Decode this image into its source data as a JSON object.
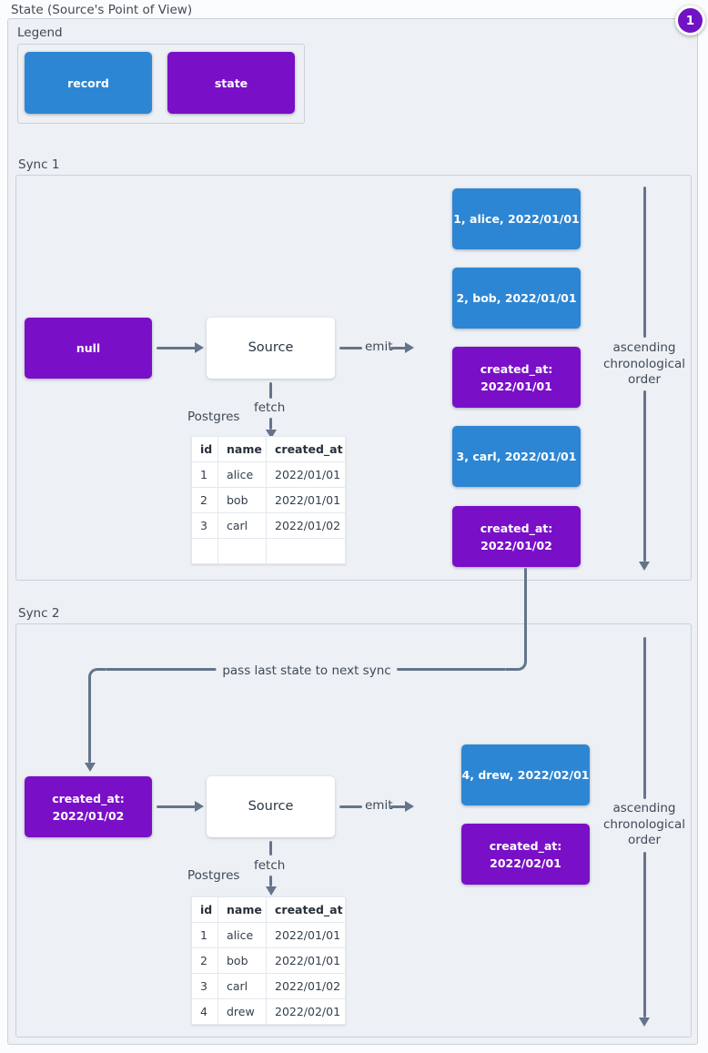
{
  "title": "State (Source's Point of View)",
  "badge": {
    "label": "1"
  },
  "colors": {
    "record": "#2d86d3",
    "state": "#7a0fc8",
    "arrow": "#64748b",
    "panel_bg": "#edf0f4",
    "panel_border": "#c9d2db",
    "badge": "#7113c4"
  },
  "legend": {
    "label": "Legend",
    "record_label": "record",
    "state_label": "state"
  },
  "sync1": {
    "label": "Sync 1",
    "input_state": "null",
    "source": "Source",
    "emit": "emit",
    "fetch": "fetch",
    "db": "Postgres",
    "table": {
      "headers": [
        "id",
        "name",
        "created_at"
      ],
      "rows": [
        [
          "1",
          "alice",
          "2022/01/01"
        ],
        [
          "2",
          "bob",
          "2022/01/01"
        ],
        [
          "3",
          "carl",
          "2022/01/02"
        ],
        [
          "",
          "",
          ""
        ]
      ]
    },
    "emitted": [
      {
        "type": "record",
        "text": "1, alice, 2022/01/01"
      },
      {
        "type": "record",
        "text": "2, bob, 2022/01/01"
      },
      {
        "type": "state",
        "text": "created_at: 2022/01/01"
      },
      {
        "type": "record",
        "text": "3, carl, 2022/01/01"
      },
      {
        "type": "state",
        "text": "created_at: 2022/01/02"
      }
    ],
    "order_note": "ascending chronological order"
  },
  "connector": {
    "label": "pass last state to next sync"
  },
  "sync2": {
    "label": "Sync 2",
    "input_state": "created_at: 2022/01/02",
    "source": "Source",
    "emit": "emit",
    "fetch": "fetch",
    "db": "Postgres",
    "table": {
      "headers": [
        "id",
        "name",
        "created_at"
      ],
      "rows": [
        [
          "1",
          "alice",
          "2022/01/01"
        ],
        [
          "2",
          "bob",
          "2022/01/01"
        ],
        [
          "3",
          "carl",
          "2022/01/02"
        ],
        [
          "4",
          "drew",
          "2022/02/01"
        ]
      ]
    },
    "emitted": [
      {
        "type": "record",
        "text": "4, drew, 2022/02/01"
      },
      {
        "type": "state",
        "text": "created_at: 2022/02/01"
      }
    ],
    "order_note": "ascending chronological order"
  }
}
